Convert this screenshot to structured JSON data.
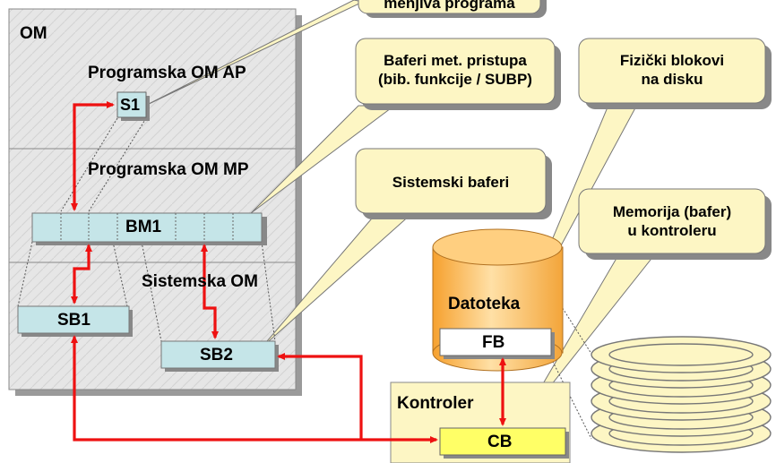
{
  "om_title": "OM",
  "om_ap": "Programska OM AP",
  "om_mp": "Programska OM MP",
  "om_sys": "Sistemska OM",
  "s1": "S1",
  "bm1": "BM1",
  "sb1": "SB1",
  "sb2": "SB2",
  "datoteka": "Datoteka",
  "fb": "FB",
  "kontroler": "Kontroler",
  "cb": "CB",
  "callout_top": "menjiva programa",
  "callout_baferi_1": "Baferi met. pristupa",
  "callout_baferi_2": "(bib. funkcije / SUBP)",
  "callout_fizicki_1": "Fizički blokovi",
  "callout_fizicki_2": "na disku",
  "callout_sistemski": "Sistemski baferi",
  "callout_memorija_1": "Memorija (bafer)",
  "callout_memorija_2": "u kontroleru",
  "colors": {
    "panel": "#e6e6e6",
    "buffer": "#c5e5e8",
    "callout": "#fdf6c4",
    "disk": "#ffd28a",
    "cb": "#ffff66",
    "arrow": "#ee1111"
  }
}
